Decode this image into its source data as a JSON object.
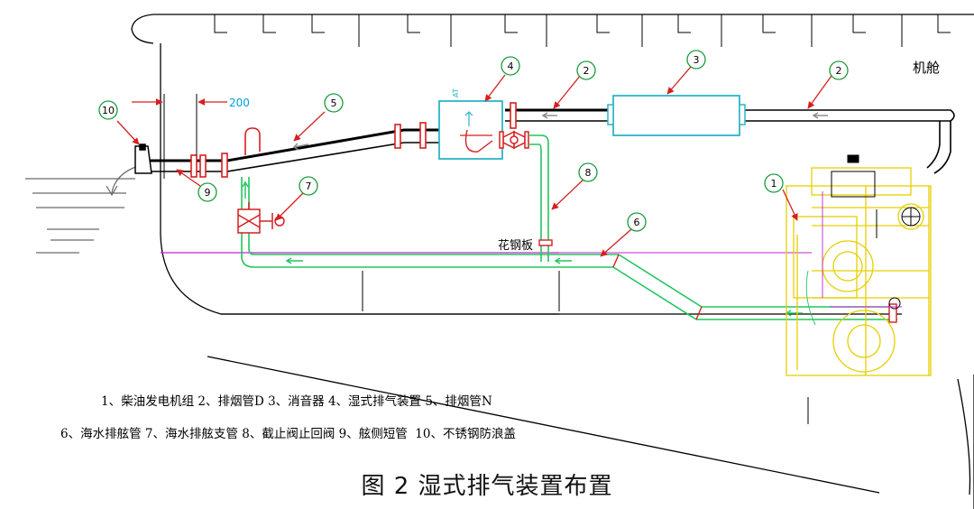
{
  "diagram": {
    "compartment_label": "机舱",
    "dimension_value": "200",
    "plate_label": "花钢板",
    "muffler_tag": "AT",
    "callouts": [
      "1",
      "2",
      "2",
      "3",
      "4",
      "5",
      "6",
      "7",
      "8",
      "9",
      "10"
    ],
    "colors": {
      "hull": "#000000",
      "exhaust_pipe": "#000000",
      "seawater_pipe": "#22c55e",
      "muffler": "#2bb5c6",
      "deck_line": "#c026d3",
      "engine": "#f4e000",
      "dimension": "#00a0e0",
      "leader": "#d61f1f",
      "waterline": "#444444"
    },
    "icons": [
      "flow-arrow-icon",
      "valve-icon",
      "engine-icon"
    ]
  },
  "legend": {
    "line1": "1、柴油发电机组 2、排烟管D 3、消音器 4、湿式排气装置 5、排烟管N",
    "line2": "6、海水排舷管 7、海水排舷支管 8、截止阀止回阀 9、舷侧短管  10、不锈钢防浪盖"
  },
  "caption": "图 2  湿式排气装置布置"
}
